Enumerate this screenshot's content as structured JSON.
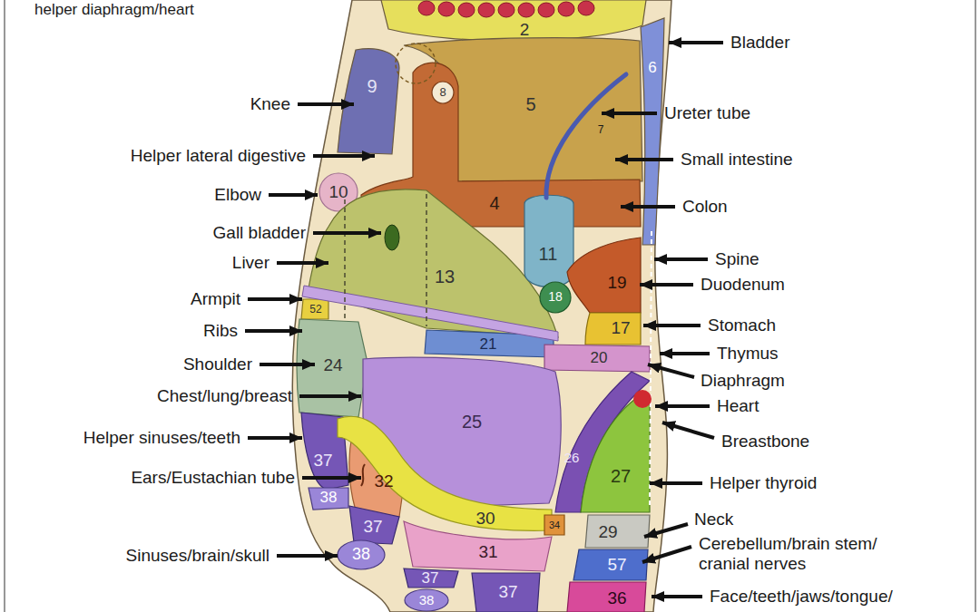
{
  "diagram": {
    "nodes": [
      {
        "text": [
          "2"
        ]
      },
      {
        "text": [
          "6"
        ]
      },
      {
        "text": [
          "9"
        ]
      },
      {
        "text": [
          "5"
        ]
      },
      {
        "text": [
          "4"
        ]
      },
      {
        "text": [
          "8"
        ]
      },
      {
        "text": [
          "10"
        ]
      },
      {
        "text": [
          "13"
        ]
      },
      {
        "text": [
          "11"
        ]
      },
      {
        "text": [
          "19"
        ]
      },
      {
        "text": [
          "18"
        ]
      },
      {
        "text": [
          "52"
        ]
      },
      {
        "text": [
          "21"
        ]
      },
      {
        "text": [
          "17"
        ]
      },
      {
        "text": [
          "20"
        ]
      },
      {
        "text": [
          "24"
        ]
      },
      {
        "text": [
          "25"
        ]
      },
      {
        "text": [
          "26"
        ]
      },
      {
        "text": [
          "27"
        ]
      },
      {
        "text": [
          "37"
        ]
      },
      {
        "text": [
          "32"
        ]
      },
      {
        "text": [
          "38"
        ]
      },
      {
        "text": [
          "30"
        ]
      },
      {
        "text": [
          "34"
        ]
      },
      {
        "text": [
          "37"
        ]
      },
      {
        "text": [
          "29"
        ]
      },
      {
        "text": [
          "31"
        ]
      },
      {
        "text": [
          "38"
        ]
      },
      {
        "text": [
          "37"
        ]
      },
      {
        "text": [
          "57"
        ]
      },
      {
        "text": [
          "37"
        ]
      },
      {
        "text": [
          "36"
        ]
      },
      {
        "text": [
          "38"
        ]
      }
    ],
    "labels": [
      "helper diaphragm/heart",
      "Knee",
      "Bladder",
      "Ureter tube",
      "7",
      "Helper lateral digestive",
      "Small intestine",
      "Elbow",
      "Colon",
      "Gall bladder",
      "Liver",
      "Spine",
      "Duodenum",
      "Armpit",
      "Stomach",
      "Ribs",
      "Thymus",
      "Shoulder",
      "Diaphragm",
      "Chest/lung/breast",
      "Heart",
      "Helper sinuses/teeth",
      "Breastbone",
      "Ears/Eustachian tube",
      "Helper thyroid",
      "Neck",
      "Cerebellum/brain stem/ cranial nerves",
      "Sinuses/brain/skull",
      "Face/teeth/jaws/tongue/"
    ]
  }
}
